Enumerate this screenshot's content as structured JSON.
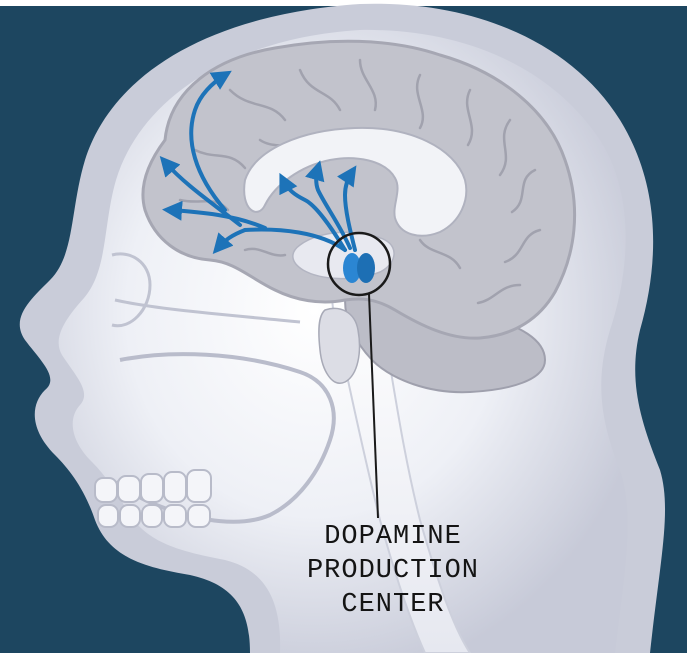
{
  "label": {
    "lines": [
      "DOPAMINE",
      "PRODUCTION",
      "CENTER"
    ]
  },
  "colors": {
    "background": "#1d4660",
    "skull": "#d5d7e2",
    "head_outline": "#c9ccd9",
    "brain": "#c2c3cc",
    "brain_folds": "#9e9fab",
    "pathways": "#1d73b8",
    "production_center": "#2b86d3",
    "leader_line": "#1a1a1a"
  },
  "icons": {
    "pathways": "dopamine-pathway-arrows",
    "production_center": "substantia-nigra-circle"
  }
}
